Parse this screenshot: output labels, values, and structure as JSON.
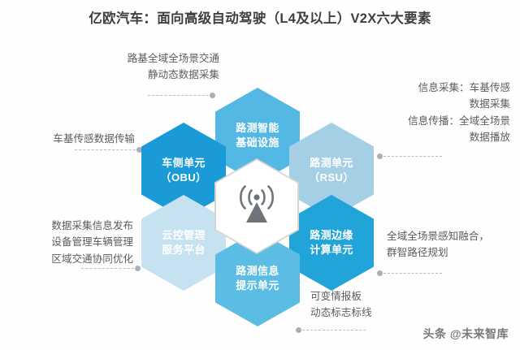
{
  "page": {
    "title": "亿欧汽车：面向高级自动驾驶（L4及以上）V2X六大要素",
    "watermark": "头条 @未来智库",
    "background": "#ffffff"
  },
  "center": {
    "icon": "broadcast-signal-icon",
    "fill": "#ffffff",
    "icon_color": "#6e7479"
  },
  "hexagons": [
    {
      "id": "roadside-intelligent-infrastructure",
      "line1": "路测智能",
      "line2": "基础设施",
      "color": "#53b8e4",
      "position": "top"
    },
    {
      "id": "vehicle-onboard-unit",
      "line1": "车侧单元",
      "line2": "（OBU）",
      "color": "#1a9ad6",
      "position": "top-left"
    },
    {
      "id": "roadside-unit",
      "line1": "路测单元",
      "line2": "（RSU）",
      "color": "#a4cfe4",
      "position": "top-right"
    },
    {
      "id": "cloud-control-management-platform",
      "line1": "云控管理",
      "line2": "服务平台",
      "color": "#c6e1ef",
      "position": "bottom-left"
    },
    {
      "id": "roadside-edge-computing-unit",
      "line1": "路测边缘",
      "line2": "计算单元",
      "color": "#21a5d9",
      "position": "bottom-right"
    },
    {
      "id": "roadside-information-prompt-unit",
      "line1": "路测信息",
      "line2": "提示单元",
      "color": "#5bbde4",
      "position": "bottom"
    }
  ],
  "annotations": {
    "top_left": {
      "id": "note-roadbed-data-collection",
      "line1": "路基全域全场景交通",
      "line2": "静动态数据采集"
    },
    "mid_left": {
      "id": "note-vehicle-sensor-transmission",
      "line1": "车基传感数据传输"
    },
    "bottom_left": {
      "id": "note-cloud-platform-functions",
      "line1": "数据采集信息发布",
      "line2": "设备管理车辆管理",
      "line3": "区域交通协同优化"
    },
    "top_right": {
      "id": "note-collection-and-broadcast",
      "line1": "信息采集：车基传感",
      "line2": "数据采集",
      "line3": "信息传播：全域全场景",
      "line4": "数据播放"
    },
    "mid_right": {
      "id": "note-perception-fusion-planning",
      "line1": "全域全场景感知融合，",
      "line2": "群智路径规划"
    },
    "bottom_right": {
      "id": "note-variable-message-sign",
      "line1": "可变情报板",
      "line2": "动态标志标线"
    }
  }
}
